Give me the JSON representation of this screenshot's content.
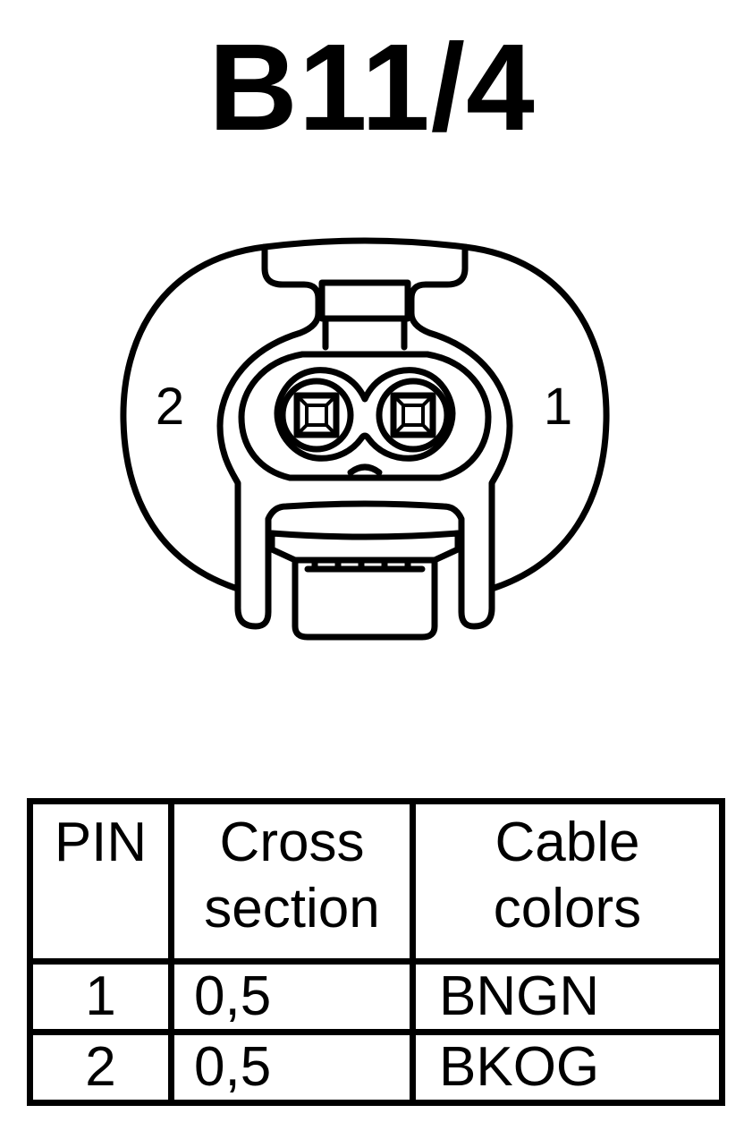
{
  "title": "B11/4",
  "connector": {
    "pin_label_left": "2",
    "pin_label_right": "1"
  },
  "table": {
    "headers": {
      "pin": [
        "PIN"
      ],
      "cross_section": [
        "Cross",
        "section"
      ],
      "cable_colors": [
        "Cable",
        "colors"
      ]
    },
    "rows": [
      {
        "pin": "1",
        "cross_section": "0,5",
        "cable_color": "BNGN"
      },
      {
        "pin": "2",
        "cross_section": "0,5",
        "cable_color": "BKOG"
      }
    ]
  },
  "colors": {
    "line": "#000000",
    "background": "#ffffff"
  }
}
